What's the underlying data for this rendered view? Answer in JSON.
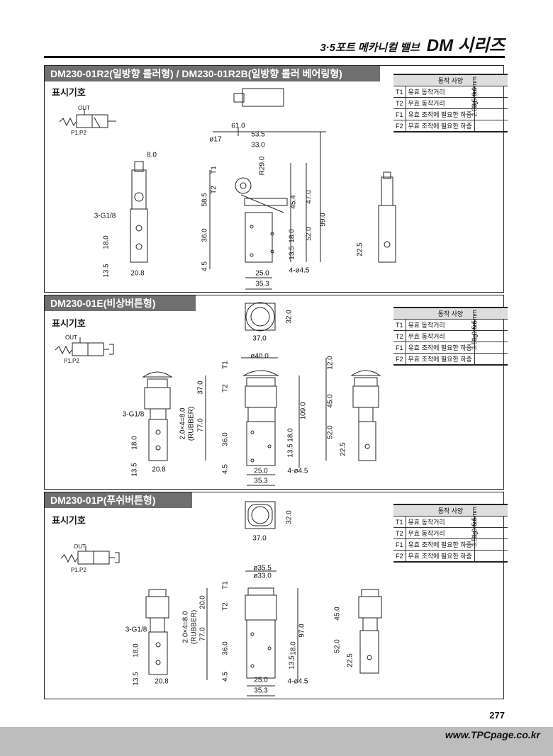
{
  "header": {
    "subtitle": "3·5포트 메카니컬 밸브",
    "series": "DM 시리즈"
  },
  "spec_header": "동작 사양",
  "spec_rows_names": [
    {
      "k": "T1",
      "n": "유효 동작거리"
    },
    {
      "k": "T2",
      "n": "무효 동작거리"
    },
    {
      "k": "F1",
      "n": "유효 조작에 필요한 하중"
    },
    {
      "k": "F2",
      "n": "무효 조작에 필요한 하중"
    }
  ],
  "sections": [
    {
      "title": "DM230-01R2(일방향 롤러형) / DM230-01R2B(일방향 롤러 베어링형)",
      "symbol_label": "표시기호",
      "out": "OUT",
      "ports": "P1.P2",
      "specs": [
        "9.0mm",
        "3.5mm",
        "2.0kg",
        ""
      ],
      "dims": [
        "8.0",
        "3-G1/8",
        "18.0",
        "13.5",
        "20.8",
        "61.0",
        "53.5",
        "33.0",
        "ø17",
        "R29.0",
        "T1",
        "T2",
        "58.5",
        "36.0",
        "4.5",
        "45.4",
        "47.0",
        "13.5",
        "18.0",
        "52.0",
        "99.0",
        "25.0",
        "35.3",
        "4-ø4.5",
        "22.5"
      ]
    },
    {
      "title": "DM230-01E(비상버튼형)",
      "symbol_label": "표시기호",
      "out": "OUT",
      "ports": "P1.P2",
      "specs": [
        "5.5mm",
        "1.0mm",
        "3.5kg",
        ""
      ],
      "dims": [
        "32.0",
        "37.0",
        "37.0",
        "2.0×4=8.0",
        "(RUBBER)",
        "77.0",
        "3-G1/8",
        "18.0",
        "13.5",
        "20.8",
        "ø40.0",
        "T1",
        "T2",
        "109.0",
        "36.0",
        "4.5",
        "13.5",
        "18.0",
        "25.0",
        "35.3",
        "4-ø4.5",
        "12.0",
        "45.0",
        "52.0",
        "22.5"
      ]
    },
    {
      "title": "DM230-01P(푸쉬버튼형)",
      "symbol_label": "표시기호",
      "out": "OUT",
      "ports": "P1.P2",
      "specs": [
        "5.5mm",
        "1.0mm",
        "3.5kg",
        ""
      ],
      "dims": [
        "32.0",
        "37.0",
        "20.0",
        "2.0×4=8.0",
        "(RUBBER)",
        "77.0",
        "3-G1/8",
        "18.0",
        "13.5",
        "20.8",
        "ø35.5",
        "ø33.0",
        "T1",
        "T2",
        "97.0",
        "36.0",
        "4.5",
        "13.5",
        "18.0",
        "25.0",
        "35.3",
        "4-ø4.5",
        "45.0",
        "52.0",
        "22.5"
      ]
    }
  ],
  "footer": {
    "page": "277",
    "url": "www.TPCpage.co.kr"
  }
}
